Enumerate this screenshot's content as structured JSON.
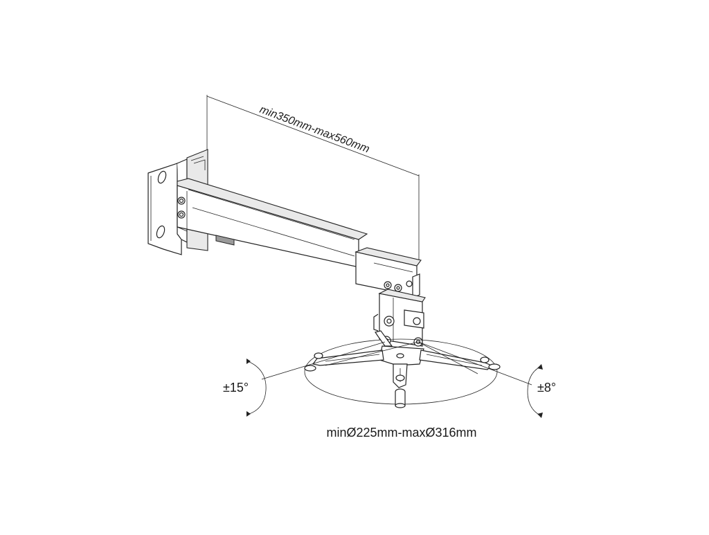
{
  "dimensions": {
    "arm_length": "min350mm-max560mm",
    "plate_diameter": "minØ225mm-maxØ316mm",
    "tilt_angle": "±15°",
    "swivel_angle": "±8°"
  },
  "colors": {
    "line": "#222222",
    "background": "#ffffff"
  }
}
